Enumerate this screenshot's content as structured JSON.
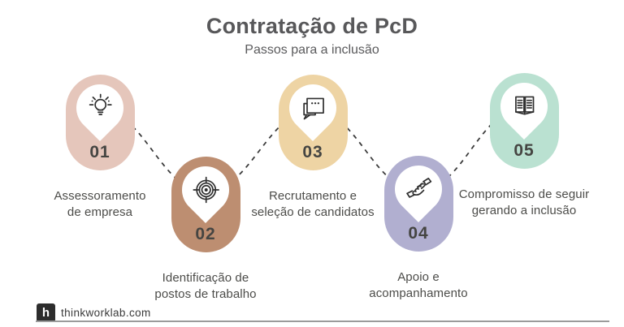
{
  "title": "Contratação de PcD",
  "subtitle": "Passos para a inclusão",
  "steps": [
    {
      "number": "01",
      "label": "Assessoramento\nde empresa",
      "color": "#e5c6bb",
      "icon": "lightbulb-icon"
    },
    {
      "number": "02",
      "label": "Identificação de\npostos de trabalho",
      "color": "#bd8e71",
      "icon": "target-icon"
    },
    {
      "number": "03",
      "label": "Recrutamento e\nseleção de candidatos",
      "color": "#eed4a4",
      "icon": "chat-icon"
    },
    {
      "number": "04",
      "label": "Apoio e\nacompanhamento",
      "color": "#b1afd0",
      "icon": "handshake-icon"
    },
    {
      "number": "05",
      "label": "Compromisso de seguir\ngerando a inclusão",
      "color": "#bae1d1",
      "icon": "open-book-icon"
    }
  ],
  "footer": {
    "logo_letter": "h",
    "website": "thinkworklab.com"
  },
  "colors": {
    "background": "#ffffff",
    "title_text": "#58585a",
    "label_text": "#4c4c49",
    "number_text": "#454542",
    "connector": "#3b3b3b",
    "logo_bg": "#2d2d2d",
    "divider": "#9b9b9b"
  }
}
